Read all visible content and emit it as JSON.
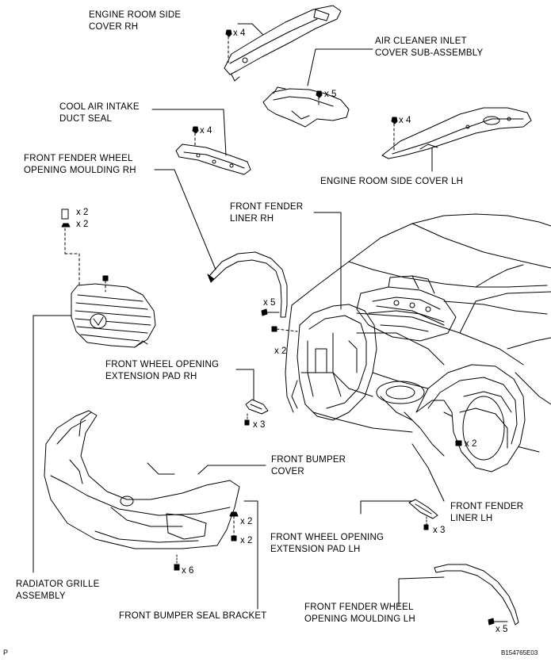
{
  "labels": {
    "engine_room_side_cover_rh": [
      "ENGINE ROOM SIDE",
      "COVER RH"
    ],
    "air_cleaner_inlet_cover": [
      "AIR CLEANER INLET",
      "COVER SUB-ASSEMBLY"
    ],
    "cool_air_intake_duct_seal": [
      "COOL AIR INTAKE",
      "DUCT SEAL"
    ],
    "engine_room_side_cover_lh": [
      "ENGINE ROOM SIDE COVER LH"
    ],
    "front_fender_wheel_opening_moulding_rh": [
      "FRONT FENDER WHEEL",
      "OPENING MOULDING RH"
    ],
    "front_fender_liner_rh": [
      "FRONT FENDER",
      "LINER RH"
    ],
    "front_wheel_opening_extension_pad_rh": [
      "FRONT WHEEL OPENING",
      "EXTENSION PAD RH"
    ],
    "front_bumper_cover": [
      "FRONT BUMPER",
      "COVER"
    ],
    "front_fender_liner_lh": [
      "FRONT FENDER",
      "LINER LH"
    ],
    "front_wheel_opening_extension_pad_lh": [
      "FRONT WHEEL OPENING",
      "EXTENSION PAD LH"
    ],
    "radiator_grille_assembly": [
      "RADIATOR GRILLE",
      "ASSEMBLY"
    ],
    "front_bumper_seal_bracket": [
      "FRONT BUMPER SEAL BRACKET"
    ],
    "front_fender_wheel_opening_moulding_lh": [
      "FRONT FENDER WHEEL",
      "OPENING MOULDING LH"
    ]
  },
  "quantities": {
    "side_cover_rh_clips": "x 4",
    "air_cleaner_cover_clips": "x 5",
    "duct_seal_clips": "x 4",
    "side_cover_lh_clips": "x 4",
    "grille_clips_a": "x 2",
    "grille_clips_b": "x 2",
    "moulding_rh_clips": "x 5",
    "liner_rh_clips": "x 2",
    "pad_rh_screws": "x 3",
    "liner_lh_clips": "x 2",
    "bumper_bracket_clips_a": "x 2",
    "bumper_bracket_clips_b": "x 2",
    "bumper_cover_screws": "x 6",
    "pad_lh_screws": "x 3",
    "moulding_lh_clips": "x 5"
  },
  "footer": {
    "page_marker": "P",
    "figure_code": "B154765E03"
  }
}
